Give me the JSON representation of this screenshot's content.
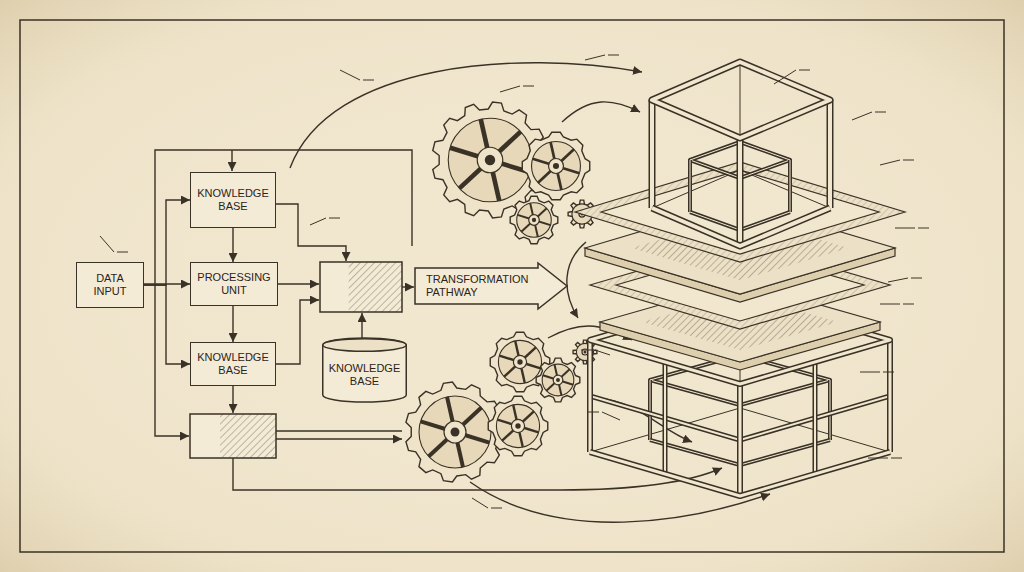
{
  "diagram": {
    "nodes": [
      {
        "text": [
          "DATA INPUT"
        ]
      },
      {
        "text": [
          "KNOWLEDGE BASE"
        ]
      },
      {
        "text": [
          "PROCESSING UNIT"
        ]
      },
      {
        "text": [
          "KNOWLEDGE BASE"
        ]
      },
      {
        "text": [
          "KNOWLEDGE BASE"
        ]
      },
      {
        "text": [
          "TRANSFORMATION PATHWAY"
        ]
      }
    ],
    "edges": [
      {
        "from": 0,
        "to": 1,
        "arrow": "to"
      },
      {
        "from": 0,
        "to": 2,
        "arrow": "to"
      },
      {
        "from": 0,
        "to": 3,
        "arrow": "to"
      },
      {
        "from": 1,
        "to": 2,
        "arrow": "to"
      },
      {
        "from": 2,
        "to": 3,
        "arrow": "to"
      }
    ]
  }
}
